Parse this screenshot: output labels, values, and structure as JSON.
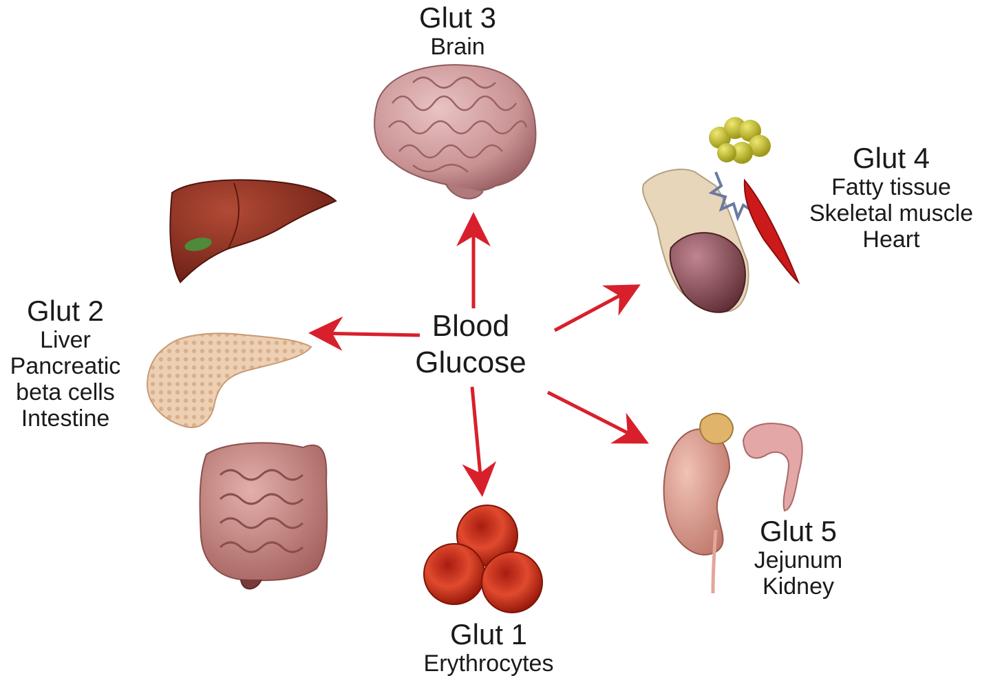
{
  "colors": {
    "arrow": "#d8202c",
    "text": "#1a1a1a",
    "brain": "#cf9ea0",
    "liver": "#8a2a1e",
    "pancreas": "#e8c7a8",
    "intestine": "#c98884",
    "erythrocytes": "#d0301c",
    "kidney": "#e2a79a",
    "heart": "#8a4a52",
    "muscle": "#cc1a1a",
    "fat": "#c8c224"
  },
  "center": {
    "line1": "Blood",
    "line2": "Glucose"
  },
  "transporters": [
    {
      "id": "glut3",
      "name": "Glut 3",
      "tissues": [
        "Brain"
      ],
      "icon": "brain-icon"
    },
    {
      "id": "glut4",
      "name": "Glut 4",
      "tissues": [
        "Fatty tissue",
        "Skeletal muscle",
        "Heart"
      ],
      "icon": "heart-icon"
    },
    {
      "id": "glut2",
      "name": "Glut 2",
      "tissues": [
        "Liver",
        "Pancreatic",
        "beta cells",
        "Intestine"
      ],
      "icon": "liver-icon"
    },
    {
      "id": "glut5",
      "name": "Glut 5",
      "tissues": [
        "Jejunum",
        "Kidney"
      ],
      "icon": "kidney-icon"
    },
    {
      "id": "glut1",
      "name": "Glut 1",
      "tissues": [
        "Erythrocytes"
      ],
      "icon": "erythrocytes-icon"
    }
  ]
}
